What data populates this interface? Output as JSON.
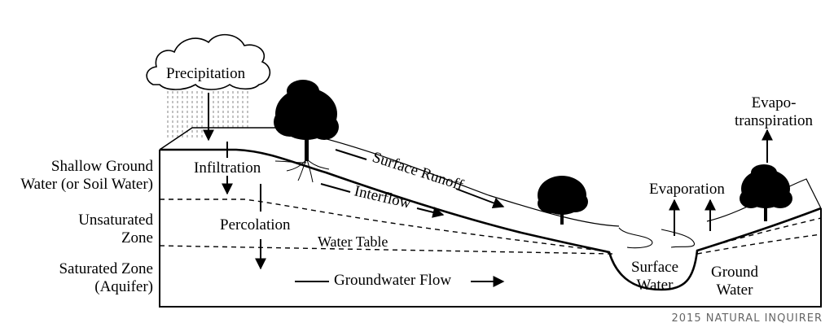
{
  "labels": {
    "precipitation": "Precipitation",
    "shallow_ground_water": [
      "Shallow Ground",
      "Water (or Soil Water)"
    ],
    "unsaturated_zone": [
      "Unsaturated",
      "Zone"
    ],
    "saturated_zone": [
      "Saturated Zone",
      "(Aquifer)"
    ],
    "infiltration": "Infiltration",
    "percolation": "Percolation",
    "water_table": "Water Table",
    "groundwater_flow": "Groundwater Flow",
    "surface_runoff": "Surface Runoff",
    "interflow": "Interflow",
    "evaporation": "Evaporation",
    "evapotranspiration": [
      "Evapo-",
      "transpiration"
    ],
    "surface_water": [
      "Surface",
      "Water"
    ],
    "ground_water": [
      "Ground",
      "Water"
    ]
  },
  "credit": "2015 NATURAL INQUIRER",
  "colors": {
    "ink": "#000000",
    "background": "#ffffff",
    "rain": "#9a9a9a",
    "credit": "#777777"
  }
}
